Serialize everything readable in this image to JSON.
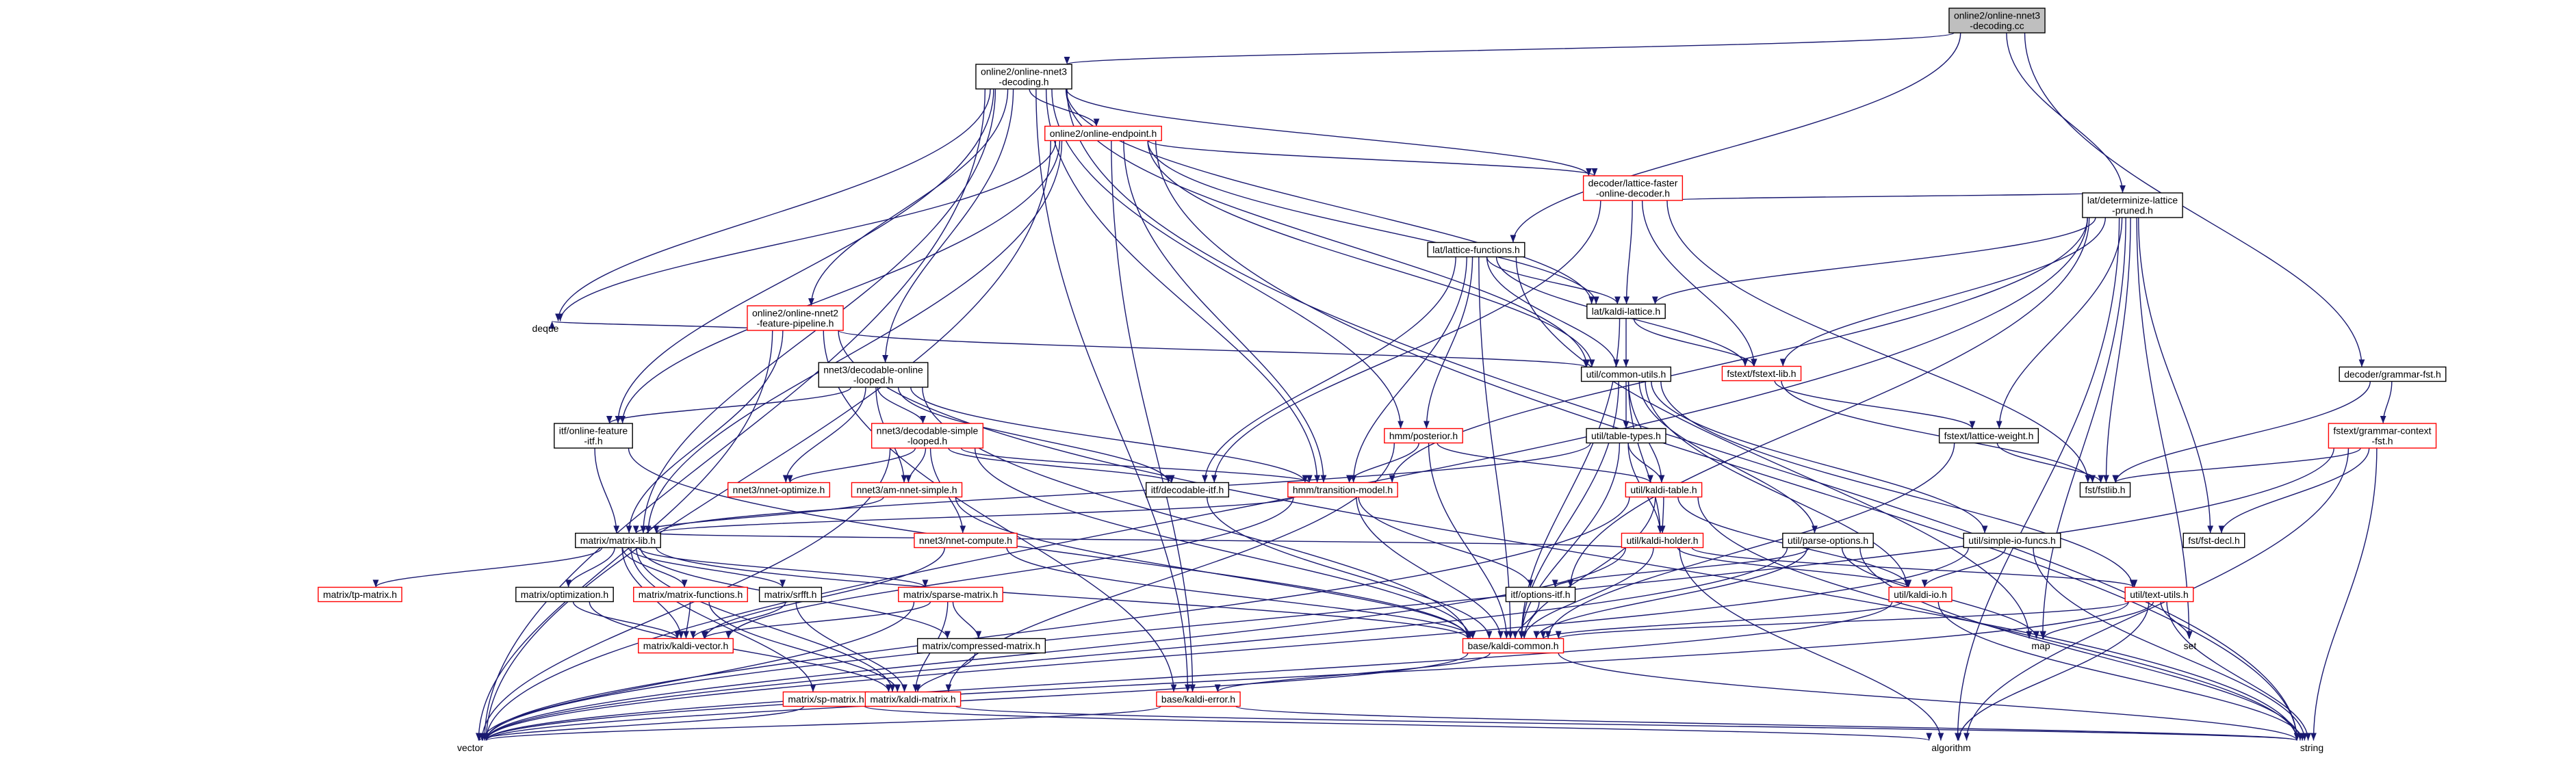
{
  "colors": {
    "edge": "#191970",
    "box_black": "#000000",
    "box_red": "#ff0000",
    "root_fill": "#bfbfbf",
    "text": "#000000"
  },
  "nodes": [
    {
      "id": "root",
      "label": "online2/online-nnet3\n-decoding.cc",
      "style": "root"
    },
    {
      "id": "onnet3dec",
      "label": "online2/online-nnet3\n-decoding.h",
      "style": "black"
    },
    {
      "id": "endpoint",
      "label": "online2/online-endpoint.h",
      "style": "red"
    },
    {
      "id": "latfaster",
      "label": "decoder/lattice-faster\n-online-decoder.h",
      "style": "red"
    },
    {
      "id": "latfunc",
      "label": "lat/lattice-functions.h",
      "style": "black"
    },
    {
      "id": "determinize",
      "label": "lat/determinize-lattice\n-pruned.h",
      "style": "black"
    },
    {
      "id": "grammarfst",
      "label": "decoder/grammar-fst.h",
      "style": "black"
    },
    {
      "id": "featpipe",
      "label": "online2/online-nnet2\n-feature-pipeline.h",
      "style": "red"
    },
    {
      "id": "deque",
      "label": "deque",
      "style": "none"
    },
    {
      "id": "kaldilattice",
      "label": "lat/kaldi-lattice.h",
      "style": "black"
    },
    {
      "id": "fstextlib",
      "label": "fstext/fstext-lib.h",
      "style": "red"
    },
    {
      "id": "decodableonline",
      "label": "nnet3/decodable-online\n-looped.h",
      "style": "black"
    },
    {
      "id": "commonutils",
      "label": "util/common-utils.h",
      "style": "black"
    },
    {
      "id": "grammarctx",
      "label": "fstext/grammar-context\n-fst.h",
      "style": "red"
    },
    {
      "id": "onlinefeat",
      "label": "itf/online-feature\n-itf.h",
      "style": "black"
    },
    {
      "id": "decsimple",
      "label": "nnet3/decodable-simple\n-looped.h",
      "style": "red"
    },
    {
      "id": "hmmposterior",
      "label": "hmm/posterior.h",
      "style": "red"
    },
    {
      "id": "tabletypes",
      "label": "util/table-types.h",
      "style": "black"
    },
    {
      "id": "latweight",
      "label": "fstext/lattice-weight.h",
      "style": "black"
    },
    {
      "id": "nnetoptimize",
      "label": "nnet3/nnet-optimize.h",
      "style": "red"
    },
    {
      "id": "amnnet",
      "label": "nnet3/am-nnet-simple.h",
      "style": "red"
    },
    {
      "id": "decodableitf",
      "label": "itf/decodable-itf.h",
      "style": "black"
    },
    {
      "id": "transmodel",
      "label": "hmm/transition-model.h",
      "style": "red"
    },
    {
      "id": "kalditable",
      "label": "util/kaldi-table.h",
      "style": "red"
    },
    {
      "id": "fstfstlib",
      "label": "fst/fstlib.h",
      "style": "black"
    },
    {
      "id": "fstdecl",
      "label": "fst/fst-decl.h",
      "style": "black"
    },
    {
      "id": "matrixlib",
      "label": "matrix/matrix-lib.h",
      "style": "black"
    },
    {
      "id": "nnetcompute",
      "label": "nnet3/nnet-compute.h",
      "style": "red"
    },
    {
      "id": "kaldiholder",
      "label": "util/kaldi-holder.h",
      "style": "red"
    },
    {
      "id": "parseoptions",
      "label": "util/parse-options.h",
      "style": "black"
    },
    {
      "id": "simpleio",
      "label": "util/simple-io-funcs.h",
      "style": "black"
    },
    {
      "id": "tpmatrix",
      "label": "matrix/tp-matrix.h",
      "style": "red"
    },
    {
      "id": "optimization",
      "label": "matrix/optimization.h",
      "style": "black"
    },
    {
      "id": "matfunctions",
      "label": "matrix/matrix-functions.h",
      "style": "red"
    },
    {
      "id": "srfft",
      "label": "matrix/srfft.h",
      "style": "black"
    },
    {
      "id": "sparsematrix",
      "label": "matrix/sparse-matrix.h",
      "style": "red"
    },
    {
      "id": "optionsitf",
      "label": "itf/options-itf.h",
      "style": "black"
    },
    {
      "id": "kaldiio",
      "label": "util/kaldi-io.h",
      "style": "red"
    },
    {
      "id": "textutils",
      "label": "util/text-utils.h",
      "style": "red"
    },
    {
      "id": "kaldivector",
      "label": "matrix/kaldi-vector.h",
      "style": "red"
    },
    {
      "id": "compressed",
      "label": "matrix/compressed-matrix.h",
      "style": "black"
    },
    {
      "id": "kaldicommon",
      "label": "base/kaldi-common.h",
      "style": "red"
    },
    {
      "id": "map",
      "label": "map",
      "style": "none"
    },
    {
      "id": "set",
      "label": "set",
      "style": "none"
    },
    {
      "id": "spmatrix",
      "label": "matrix/sp-matrix.h",
      "style": "red"
    },
    {
      "id": "kaldimatrix",
      "label": "matrix/kaldi-matrix.h",
      "style": "red"
    },
    {
      "id": "kaldierror",
      "label": "base/kaldi-error.h",
      "style": "red"
    },
    {
      "id": "vector",
      "label": "vector",
      "style": "none"
    },
    {
      "id": "algorithm",
      "label": "algorithm",
      "style": "none"
    },
    {
      "id": "string",
      "label": "string",
      "style": "none"
    }
  ],
  "edges": [
    [
      "root",
      "onnet3dec"
    ],
    [
      "root",
      "latfunc"
    ],
    [
      "root",
      "determinize"
    ],
    [
      "root",
      "grammarfst"
    ],
    [
      "onnet3dec",
      "endpoint"
    ],
    [
      "onnet3dec",
      "latfaster"
    ],
    [
      "onnet3dec",
      "featpipe"
    ],
    [
      "onnet3dec",
      "deque"
    ],
    [
      "onnet3dec",
      "decodableonline"
    ],
    [
      "onnet3dec",
      "kaldilattice"
    ],
    [
      "onnet3dec",
      "commonutils"
    ],
    [
      "onnet3dec",
      "onlinefeat"
    ],
    [
      "onnet3dec",
      "hmmposterior"
    ],
    [
      "onnet3dec",
      "transmodel"
    ],
    [
      "onnet3dec",
      "matrixlib"
    ],
    [
      "onnet3dec",
      "kaldierror"
    ],
    [
      "onnet3dec",
      "vector"
    ],
    [
      "onnet3dec",
      "string"
    ],
    [
      "endpoint",
      "latfaster"
    ],
    [
      "endpoint",
      "kaldilattice"
    ],
    [
      "endpoint",
      "commonutils"
    ],
    [
      "endpoint",
      "deque"
    ],
    [
      "endpoint",
      "transmodel"
    ],
    [
      "endpoint",
      "matrixlib"
    ],
    [
      "endpoint",
      "onlinefeat"
    ],
    [
      "endpoint",
      "kaldierror"
    ],
    [
      "endpoint",
      "vector"
    ],
    [
      "endpoint",
      "string"
    ],
    [
      "latfaster",
      "kaldilattice"
    ],
    [
      "latfaster",
      "determinize"
    ],
    [
      "latfaster",
      "fstextlib"
    ],
    [
      "latfaster",
      "decodableitf"
    ],
    [
      "latfaster",
      "fstfstlib"
    ],
    [
      "latfunc",
      "kaldilattice"
    ],
    [
      "latfunc",
      "fstextlib"
    ],
    [
      "latfunc",
      "hmmposterior"
    ],
    [
      "latfunc",
      "transmodel"
    ],
    [
      "latfunc",
      "decodableitf"
    ],
    [
      "latfunc",
      "kaldicommon"
    ],
    [
      "latfunc",
      "map"
    ],
    [
      "latfunc",
      "commonutils"
    ],
    [
      "determinize",
      "kaldilattice"
    ],
    [
      "determinize",
      "fstextlib"
    ],
    [
      "determinize",
      "latweight"
    ],
    [
      "determinize",
      "fstfstlib"
    ],
    [
      "determinize",
      "fstdecl"
    ],
    [
      "determinize",
      "transmodel"
    ],
    [
      "determinize",
      "optionsitf"
    ],
    [
      "determinize",
      "map"
    ],
    [
      "determinize",
      "set"
    ],
    [
      "determinize",
      "algorithm"
    ],
    [
      "determinize",
      "vector"
    ],
    [
      "grammarfst",
      "grammarctx"
    ],
    [
      "grammarfst",
      "fstfstlib"
    ],
    [
      "grammarctx",
      "fstfstlib"
    ],
    [
      "grammarctx",
      "fstdecl"
    ],
    [
      "grammarctx",
      "algorithm"
    ],
    [
      "grammarctx",
      "string"
    ],
    [
      "grammarctx",
      "vector"
    ],
    [
      "featpipe",
      "deque"
    ],
    [
      "featpipe",
      "commonutils"
    ],
    [
      "featpipe",
      "matrixlib"
    ],
    [
      "featpipe",
      "kaldierror"
    ],
    [
      "featpipe",
      "vector"
    ],
    [
      "featpipe",
      "string"
    ],
    [
      "kaldilattice",
      "fstextlib"
    ],
    [
      "kaldilattice",
      "commonutils"
    ],
    [
      "kaldilattice",
      "kaldicommon"
    ],
    [
      "fstextlib",
      "latweight"
    ],
    [
      "fstextlib",
      "fstfstlib"
    ],
    [
      "decodableonline",
      "onlinefeat"
    ],
    [
      "decodableonline",
      "decsimple"
    ],
    [
      "decodableonline",
      "nnetoptimize"
    ],
    [
      "decodableonline",
      "amnnet"
    ],
    [
      "decodableonline",
      "decodableitf"
    ],
    [
      "decodableonline",
      "transmodel"
    ],
    [
      "decodableonline",
      "kaldicommon"
    ],
    [
      "commonutils",
      "tabletypes"
    ],
    [
      "commonutils",
      "kalditable"
    ],
    [
      "commonutils",
      "kaldiholder"
    ],
    [
      "commonutils",
      "parseoptions"
    ],
    [
      "commonutils",
      "simpleio"
    ],
    [
      "commonutils",
      "kaldiio"
    ],
    [
      "commonutils",
      "textutils"
    ],
    [
      "commonutils",
      "kaldicommon"
    ],
    [
      "onlinefeat",
      "matrixlib"
    ],
    [
      "onlinefeat",
      "kaldicommon"
    ],
    [
      "decsimple",
      "nnetoptimize"
    ],
    [
      "decsimple",
      "amnnet"
    ],
    [
      "decsimple",
      "decodableitf"
    ],
    [
      "decsimple",
      "nnetcompute"
    ],
    [
      "decsimple",
      "transmodel"
    ],
    [
      "decsimple",
      "kaldicommon"
    ],
    [
      "decsimple",
      "vector"
    ],
    [
      "hmmposterior",
      "transmodel"
    ],
    [
      "hmmposterior",
      "kalditable"
    ],
    [
      "hmmposterior",
      "kaldicommon"
    ],
    [
      "hmmposterior",
      "kaldimatrix"
    ],
    [
      "tabletypes",
      "kalditable"
    ],
    [
      "tabletypes",
      "kaldiholder"
    ],
    [
      "tabletypes",
      "matrixlib"
    ],
    [
      "tabletypes",
      "kaldicommon"
    ],
    [
      "latweight",
      "fstfstlib"
    ],
    [
      "latweight",
      "kaldicommon"
    ],
    [
      "amnnet",
      "matrixlib"
    ],
    [
      "amnnet",
      "kaldicommon"
    ],
    [
      "decodableitf",
      "kaldicommon"
    ],
    [
      "transmodel",
      "matrixlib"
    ],
    [
      "transmodel",
      "kaldicommon"
    ],
    [
      "transmodel",
      "optionsitf"
    ],
    [
      "transmodel",
      "kaldivector"
    ],
    [
      "kalditable",
      "kaldiholder"
    ],
    [
      "kalditable",
      "kaldiio"
    ],
    [
      "kalditable",
      "kaldicommon"
    ],
    [
      "kalditable",
      "vector"
    ],
    [
      "kalditable",
      "string"
    ],
    [
      "matrixlib",
      "tpmatrix"
    ],
    [
      "matrixlib",
      "optimization"
    ],
    [
      "matrixlib",
      "matfunctions"
    ],
    [
      "matrixlib",
      "srfft"
    ],
    [
      "matrixlib",
      "sparsematrix"
    ],
    [
      "matrixlib",
      "compressed"
    ],
    [
      "matrixlib",
      "kaldivector"
    ],
    [
      "matrixlib",
      "kaldimatrix"
    ],
    [
      "matrixlib",
      "spmatrix"
    ],
    [
      "matrixlib",
      "kaldicommon"
    ],
    [
      "nnetcompute",
      "kaldicommon"
    ],
    [
      "nnetcompute",
      "kaldivector"
    ],
    [
      "kaldiholder",
      "kaldiio"
    ],
    [
      "kaldiholder",
      "textutils"
    ],
    [
      "kaldiholder",
      "matrixlib"
    ],
    [
      "kaldiholder",
      "kaldicommon"
    ],
    [
      "kaldiholder",
      "algorithm"
    ],
    [
      "kaldiholder",
      "vector"
    ],
    [
      "parseoptions",
      "optionsitf"
    ],
    [
      "parseoptions",
      "kaldicommon"
    ],
    [
      "parseoptions",
      "map"
    ],
    [
      "parseoptions",
      "string"
    ],
    [
      "parseoptions",
      "vector"
    ],
    [
      "simpleio",
      "kaldiio"
    ],
    [
      "simpleio",
      "string"
    ],
    [
      "simpleio",
      "vector"
    ],
    [
      "optimization",
      "kaldivector"
    ],
    [
      "optimization",
      "kaldimatrix"
    ],
    [
      "matfunctions",
      "kaldivector"
    ],
    [
      "matfunctions",
      "kaldimatrix"
    ],
    [
      "srfft",
      "kaldivector"
    ],
    [
      "srfft",
      "kaldimatrix"
    ],
    [
      "sparsematrix",
      "kaldivector"
    ],
    [
      "sparsematrix",
      "kaldimatrix"
    ],
    [
      "sparsematrix",
      "compressed"
    ],
    [
      "sparsematrix",
      "vector"
    ],
    [
      "optionsitf",
      "kaldicommon"
    ],
    [
      "kaldiio",
      "kaldicommon"
    ],
    [
      "kaldiio",
      "string"
    ],
    [
      "kaldiio",
      "vector"
    ],
    [
      "textutils",
      "kaldicommon"
    ],
    [
      "textutils",
      "map"
    ],
    [
      "textutils",
      "set"
    ],
    [
      "textutils",
      "algorithm"
    ],
    [
      "textutils",
      "string"
    ],
    [
      "textutils",
      "vector"
    ],
    [
      "compressed",
      "kaldimatrix"
    ],
    [
      "kaldicommon",
      "kaldierror"
    ],
    [
      "kaldicommon",
      "string"
    ],
    [
      "kaldicommon",
      "vector"
    ],
    [
      "spmatrix",
      "algorithm"
    ],
    [
      "spmatrix",
      "vector"
    ],
    [
      "kaldimatrix",
      "string"
    ],
    [
      "kaldierror",
      "string"
    ],
    [
      "kaldierror",
      "vector"
    ]
  ]
}
